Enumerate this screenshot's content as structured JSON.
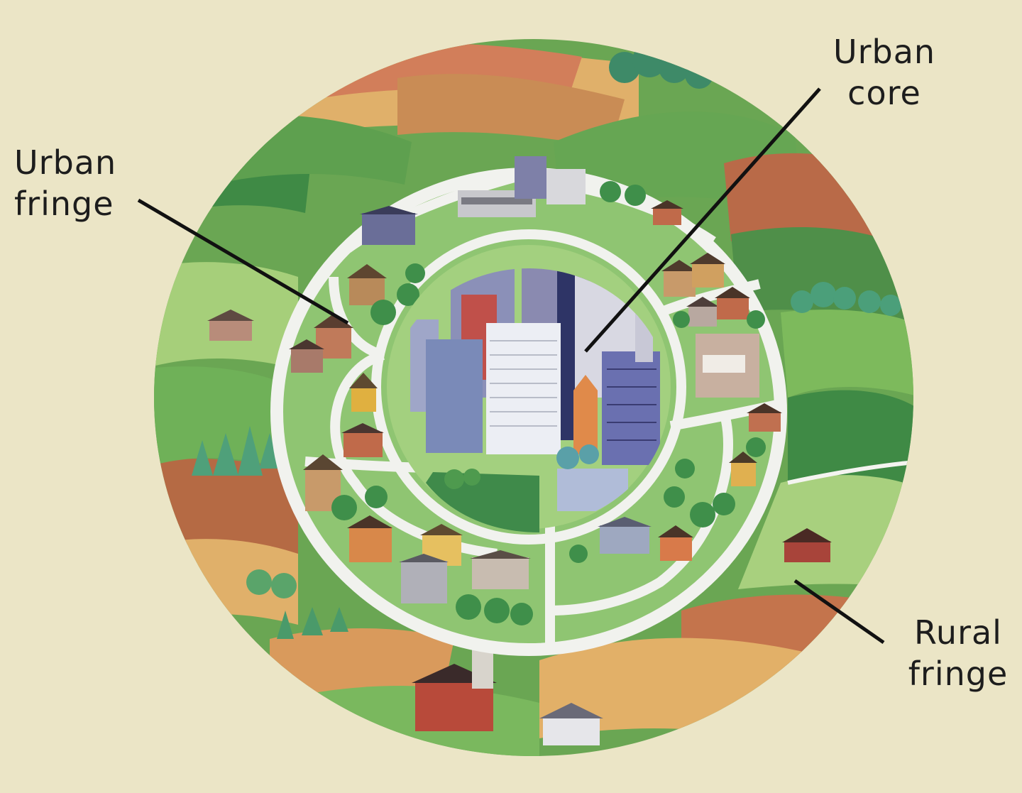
{
  "labels": {
    "urban_core": {
      "line1": "Urban",
      "line2": "core"
    },
    "urban_fringe": {
      "line1": "Urban",
      "line2": "fringe"
    },
    "rural_fringe": {
      "line1": "Rural",
      "line2": "fringe"
    }
  },
  "colors": {
    "background": "#ebe5c6",
    "field_green": "#5f9e4f",
    "field_light_green": "#8cc06a",
    "field_tan": "#e3b466",
    "field_brown": "#c27a4a",
    "road": "#f1f2ee",
    "building_blue": "#7f86b5",
    "building_gray": "#c8ccd6"
  }
}
